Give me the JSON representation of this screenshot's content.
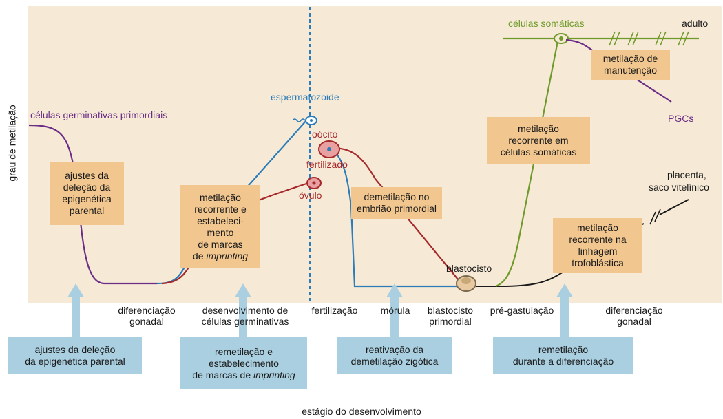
{
  "y_axis_label": "grau de metilação",
  "x_axis_label": "estágio do desenvolvimento",
  "curve_labels": {
    "pgc": "células germinativas primordiais",
    "sperm": "espermatozoide",
    "oocyte": "oócito",
    "fertilized": "fertilizado",
    "egg": "óvulo",
    "blastocyst": "blastocisto",
    "somatic": "células somáticas",
    "adult": "adulto",
    "pgcs": "PGCs",
    "placenta_l1": "placenta,",
    "placenta_l2": "saco vitelínico"
  },
  "orange_boxes": {
    "b1": [
      "ajustes da",
      "deleção da",
      "epigenética",
      "parental"
    ],
    "b2": [
      "metilação",
      "recorrente e",
      "estabeleci-",
      "mento",
      "de marcas"
    ],
    "b2_last_prefix": "de ",
    "b2_last_italic": "imprinting",
    "b3": [
      "demetilação no",
      "embrião primordial"
    ],
    "b4": [
      "metilação",
      "recorrente em",
      "células somáticas"
    ],
    "b5": [
      "metilação de",
      "manutenção"
    ],
    "b6": [
      "metilação",
      "recorrente na",
      "linhagem",
      "trofoblástica"
    ]
  },
  "stages": [
    [
      "diferenciação",
      "gonadal"
    ],
    [
      "desenvolvimento de",
      "células germinativas"
    ],
    [
      "fertilização"
    ],
    [
      "mórula"
    ],
    [
      "blastocisto",
      "primordial"
    ],
    [
      "pré-gastulação"
    ],
    [
      "diferenciação",
      "gonadal"
    ]
  ],
  "blue_boxes": {
    "c1": [
      "ajustes da deleção",
      "da epigenética parental"
    ],
    "c2": [
      "remetilação e",
      "estabelecimento"
    ],
    "c2_last_prefix": "de marcas de ",
    "c2_last_italic": "imprinting",
    "c3": [
      "reativação da",
      "demetilação zigótica"
    ],
    "c4": [
      "remetilação",
      "durante a diferenciação"
    ]
  },
  "colors": {
    "panel": "#f6ead7",
    "orange_box": "#f2c78f",
    "blue_box": "#a9cfe0",
    "purple": "#6b2d86",
    "blue_curve": "#2b7cb8",
    "red_curve": "#a5282b",
    "green_curve": "#6f9a2a",
    "black_curve": "#1a1a1a",
    "dashed_line": "#2b7cb8"
  }
}
